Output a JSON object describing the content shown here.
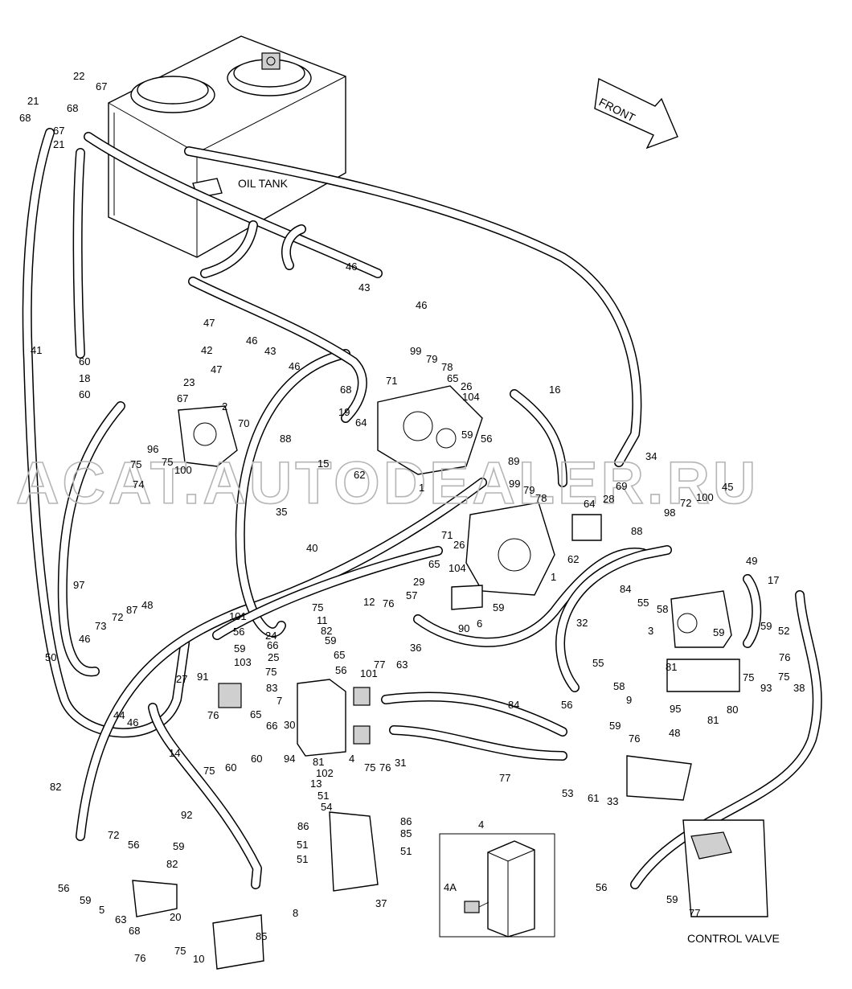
{
  "labels": {
    "oil_tank": "OIL TANK",
    "front": "FRONT",
    "control_valve": "CONTROL VALVE",
    "detail_4": "4",
    "detail_4a": "4A"
  },
  "watermark": "ACAT.AUTODEALER.RU",
  "callouts": [
    "22",
    "67",
    "21",
    "68",
    "68",
    "67",
    "21",
    "46",
    "43",
    "46",
    "47",
    "46",
    "43",
    "46",
    "42",
    "99",
    "79",
    "78",
    "65",
    "26",
    "104",
    "47",
    "23",
    "71",
    "16",
    "68",
    "2",
    "19",
    "64",
    "67",
    "70",
    "88",
    "60",
    "18",
    "60",
    "41",
    "96",
    "75",
    "100",
    "75",
    "74",
    "15",
    "62",
    "1",
    "56",
    "59",
    "89",
    "34",
    "99",
    "79",
    "78",
    "28",
    "69",
    "45",
    "100",
    "72",
    "98",
    "88",
    "64",
    "62",
    "35",
    "71",
    "26",
    "65",
    "104",
    "57",
    "29",
    "76",
    "59",
    "6",
    "90",
    "36",
    "1",
    "84",
    "55",
    "58",
    "49",
    "17",
    "3",
    "59",
    "52",
    "59",
    "75",
    "76",
    "93",
    "75",
    "38",
    "32",
    "40",
    "12",
    "97",
    "75",
    "11",
    "82",
    "101",
    "56",
    "59",
    "103",
    "59",
    "65",
    "24",
    "66",
    "25",
    "75",
    "56",
    "101",
    "77",
    "63",
    "83",
    "91",
    "27",
    "7",
    "65",
    "66",
    "30",
    "84",
    "55",
    "58",
    "9",
    "81",
    "95",
    "81",
    "80",
    "48",
    "73",
    "72",
    "87",
    "48",
    "50",
    "46",
    "44",
    "46",
    "14",
    "76",
    "75",
    "60",
    "60",
    "4",
    "94",
    "81",
    "102",
    "13",
    "51",
    "54",
    "75",
    "76",
    "31",
    "77",
    "56",
    "59",
    "76",
    "53",
    "61",
    "33",
    "82",
    "92",
    "72",
    "56",
    "59",
    "82",
    "56",
    "59",
    "5",
    "63",
    "68",
    "20",
    "76",
    "75",
    "10",
    "85",
    "86",
    "51",
    "51",
    "86",
    "85",
    "51",
    "8",
    "37",
    "56",
    "59",
    "77"
  ],
  "colors": {
    "line": "#000000",
    "background": "#ffffff",
    "watermark": "#b5b5b5"
  }
}
